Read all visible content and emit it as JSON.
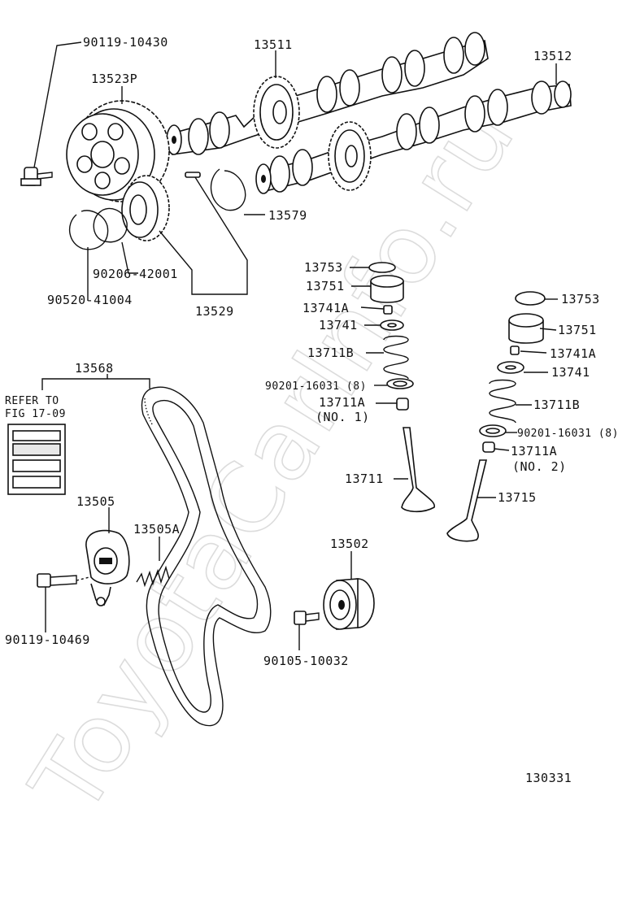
{
  "labels": {
    "p90119_10430": "90119-10430",
    "p13511": "13511",
    "p13512": "13512",
    "p13523P": "13523P",
    "p13579": "13579",
    "p90206_42001": "90206-42001",
    "p90520_41004": "90520-41004",
    "p13529": "13529",
    "p13753_a": "13753",
    "p13751_a": "13751",
    "p13741A_a": "13741A",
    "p13741_a": "13741",
    "p13711B_a": "13711B",
    "p90201_a": "90201-16031 (8)",
    "p13711A_a": "13711A",
    "no1": "(NO. 1)",
    "p13711": "13711",
    "p13753_b": "13753",
    "p13751_b": "13751",
    "p13741A_b": "13741A",
    "p13741_b": "13741",
    "p13711B_b": "13711B",
    "p90201_b": "90201-16031 (8)",
    "p13711A_b": "13711A",
    "no2": "(NO. 2)",
    "p13715": "13715",
    "p13568": "13568",
    "refer1": "REFER TO",
    "refer2": "FIG 17-09",
    "p13505": "13505",
    "p13505A": "13505A",
    "p90119_10469": "90119-10469",
    "p13502": "13502",
    "p90105_10032": "90105-10032",
    "figure_id": "130331"
  },
  "watermark": "ToyotaCarInfo.ru",
  "colors": {
    "ink": "#111111",
    "background": "#ffffff",
    "watermark": "#dcdcdc"
  }
}
